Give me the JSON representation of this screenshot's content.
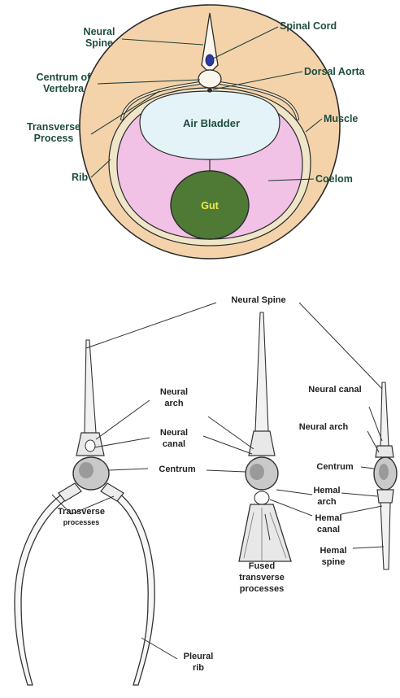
{
  "colors": {
    "muscle": "#f4d3ab",
    "air_bladder": "#e3f3f7",
    "coelom": "#f2c1e6",
    "gut": "#4f7a36",
    "gut_label": "#f5e84a",
    "spinal_cord": "#2a3aa8",
    "top_label": "#1d4d3f",
    "bottom_label": "#222222",
    "outline": "#2b2b2b"
  },
  "top_diagram": {
    "labels": {
      "neural_spine": [
        "Neural",
        "Spine"
      ],
      "spinal_cord": "Spinal Cord",
      "centrum": [
        "Centrum of",
        "Vertebra"
      ],
      "dorsal_aorta": "Dorsal Aorta",
      "transverse": [
        "Transverse",
        "Process"
      ],
      "muscle": "Muscle",
      "air_bladder": "Air Bladder",
      "rib": "Rib",
      "coelom": "Coelom",
      "gut": "Gut"
    }
  },
  "bottom_diagram": {
    "labels": {
      "neural_spine": "Neural Spine",
      "neural_arch": [
        "Neural",
        "arch"
      ],
      "neural_canal": [
        "Neural",
        "canal"
      ],
      "centrum": "Centrum",
      "transverse_processes": [
        "Transverse",
        "processes"
      ],
      "pleural_rib": [
        "Pleural",
        "rib"
      ],
      "hemal_arch": [
        "Hemal",
        "arch"
      ],
      "hemal_canal": [
        "Hemal",
        "canal"
      ],
      "fused": [
        "Fused",
        "transverse",
        "processes"
      ],
      "neural_canal_right": "Neural canal",
      "neural_arch_right": "Neural arch",
      "centrum_right": "Centrum",
      "hemal_spine": [
        "Hemal",
        "spine"
      ]
    }
  }
}
